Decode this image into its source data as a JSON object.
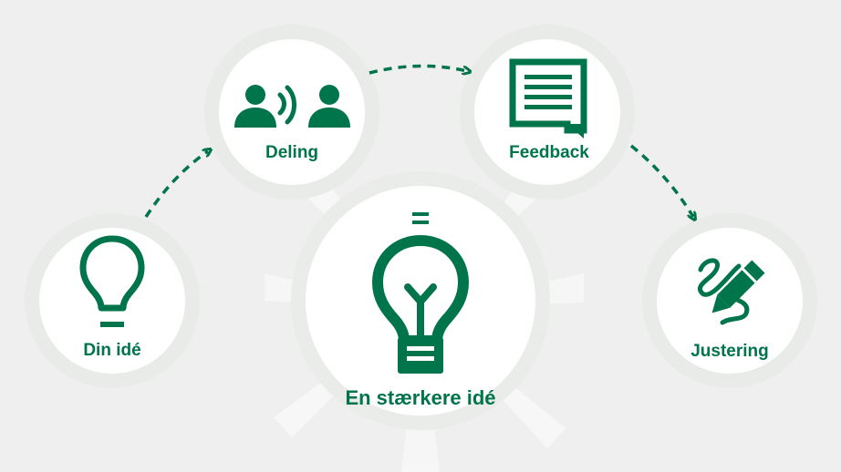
{
  "colors": {
    "primary": "#00744a",
    "background": "#efefef",
    "circle_fill": "#ffffff",
    "circle_ring": "#e8ebe8"
  },
  "nodes": {
    "din_ide": {
      "label": "Din idé",
      "icon": "lightbulb-outline-icon"
    },
    "deling": {
      "label": "Deling",
      "icon": "people-talking-icon"
    },
    "feedback": {
      "label": "Feedback",
      "icon": "chat-message-icon"
    },
    "justering": {
      "label": "Justering",
      "icon": "pencil-squiggle-icon"
    },
    "resultat": {
      "label": "En stærkere idé",
      "equals": "=",
      "icon": "lightbulb-bold-icon"
    }
  },
  "flow": [
    "Din idé",
    "Deling",
    "Feedback",
    "Justering"
  ]
}
